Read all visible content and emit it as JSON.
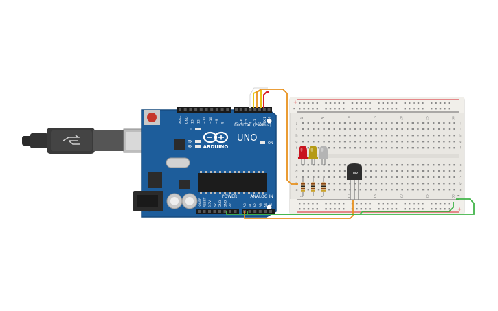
{
  "arduino": {
    "brand": "ARDUINO",
    "model": "UNO",
    "digital_label": "DIGITAL (PWM~)",
    "power_label": "POWER",
    "analog_label": "ANALOG IN",
    "on_label": "ON",
    "l_label": "L",
    "tx_label": "TX",
    "rx_label": "RX",
    "header_top_left": [
      "AREF",
      "GND",
      "13",
      "12",
      "~11",
      "~10",
      "~9",
      "8"
    ],
    "header_top_right": [
      "7",
      "~6",
      "~5",
      "4",
      "~3",
      "2",
      "TX 1",
      "RX 0"
    ],
    "power_pins": [
      "IOREF",
      "RESET",
      "3.3V",
      "5V",
      "GND",
      "GND",
      "Vin"
    ],
    "analog_pins": [
      "A0",
      "A1",
      "A2",
      "A3",
      "A4",
      "A5"
    ]
  },
  "breadboard": {
    "col_numbers": [
      "1",
      "5",
      "10",
      "15",
      "20",
      "25",
      "30"
    ],
    "row_letters_top": [
      "j",
      "i",
      "h",
      "g",
      "f"
    ],
    "row_letters_bottom": [
      "e",
      "d",
      "c",
      "b",
      "a"
    ],
    "rail_plus": "+",
    "rail_minus": "-"
  },
  "sensor": {
    "label": "TMP"
  },
  "leds": {
    "colors": [
      "#c8141e",
      "#b59a14",
      "#b4b4b4"
    ]
  },
  "wire_colors": {
    "orange": "#e8911e",
    "green": "#42b54a",
    "red": "#d8202a",
    "yellow": "#e8c414",
    "white": "#ffffff"
  }
}
